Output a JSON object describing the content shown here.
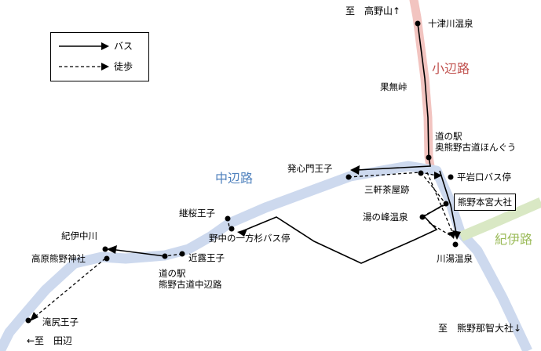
{
  "legend": {
    "bus": "バス",
    "walk": "徒歩"
  },
  "routes": {
    "kohechi": "小辺路",
    "nakahechi": "中辺路",
    "kiiji": "紀伊路"
  },
  "directions": {
    "koyasan": "至　高野山↑",
    "tanabe": "←至　田辺",
    "nachi": "至　熊野那智大社↓"
  },
  "places": {
    "totsukawa": "十津川温泉",
    "hatenashi": "果無峠",
    "michinoeki_hongu_1": "道の駅",
    "michinoeki_hongu_2": "奥熊野古道ほんぐう",
    "hosshinmon": "発心門王子",
    "hiraiwaguchi": "平岩口バス停",
    "sangenjaya": "三軒茶屋跡",
    "hongu_taisha": "熊野本宮大社",
    "yunomine": "湯の峰温泉",
    "kawayu": "川湯温泉",
    "tsugizakura": "継桜王子",
    "ipposugi": "野中の一方杉バス停",
    "chikatsuyu": "近露王子",
    "michinoeki_nakahechi_1": "道の駅",
    "michinoeki_nakahechi_2": "熊野古道中辺路",
    "kiinakagawa": "紀伊中川",
    "takahara": "高原熊野神社",
    "takijiri": "滝尻王子"
  },
  "colors": {
    "kohechi_route": "#f2c4c0",
    "kohechi_text": "#c0504d",
    "nakahechi_route": "#cdd9ee",
    "nakahechi_text": "#4f81bd",
    "kiiji_route": "#d9e8c4",
    "kiiji_text": "#9bbb59"
  }
}
